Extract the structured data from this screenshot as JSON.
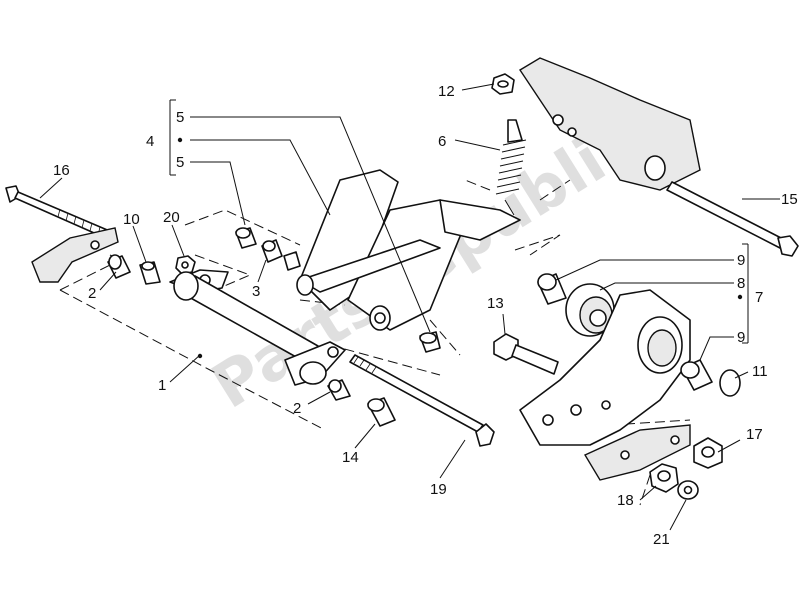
{
  "watermark": "PartsRepublik",
  "callouts": {
    "c1": "1",
    "c2a": "2",
    "c2b": "2",
    "c3": "3",
    "c4": "4",
    "c5a": "5",
    "c5b": "5",
    "c6": "6",
    "c7": "7",
    "c8": "8",
    "c9a": "9",
    "c9b": "9",
    "c10": "10",
    "c11": "11",
    "c12": "12",
    "c13": "13",
    "c14": "14",
    "c15": "15",
    "c16": "16",
    "c17": "17",
    "c18": "18",
    "c19": "19",
    "c20": "20",
    "c21": "21"
  },
  "colors": {
    "line": "#111111",
    "background": "#ffffff"
  }
}
